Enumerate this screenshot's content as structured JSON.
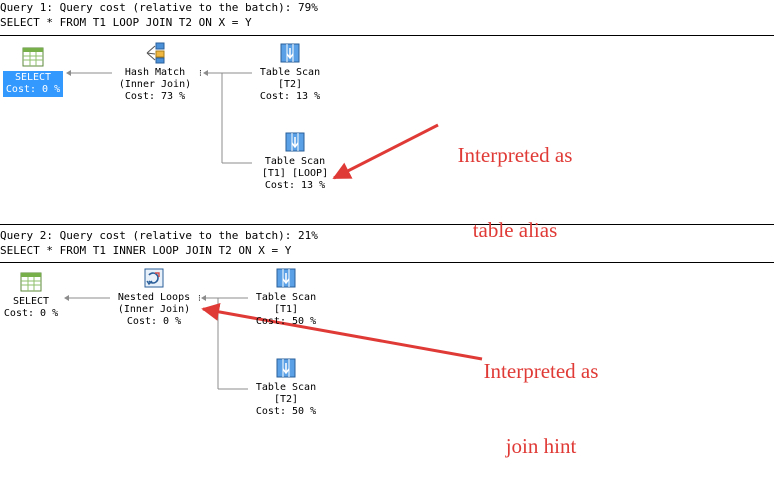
{
  "query1": {
    "header": "Query 1: Query cost (relative to the batch): 79%",
    "sql": "SELECT * FROM T1 LOOP JOIN T2 ON X = Y",
    "nodes": {
      "select": {
        "line1": "SELECT",
        "line2": "Cost: 0 %"
      },
      "hash_match": {
        "line1": "Hash Match",
        "line2": "(Inner Join)",
        "line3": "Cost: 73 %"
      },
      "scan_t2": {
        "line1": "Table Scan",
        "line2": "[T2]",
        "line3": "Cost: 13 %"
      },
      "scan_t1": {
        "line1": "Table Scan",
        "line2": "[T1] [LOOP]",
        "line3": "Cost: 13 %"
      }
    },
    "annotation": {
      "line1": "Interpreted as",
      "line2": "table alias"
    }
  },
  "query2": {
    "header": "Query 2: Query cost (relative to the batch): 21%",
    "sql": "SELECT * FROM T1 INNER LOOP JOIN T2 ON X = Y",
    "nodes": {
      "select": {
        "line1": "SELECT",
        "line2": "Cost: 0 %"
      },
      "nested_loops": {
        "line1": "Nested Loops",
        "line2": "(Inner Join)",
        "line3": "Cost: 0 %"
      },
      "scan_t1": {
        "line1": "Table Scan",
        "line2": "[T1]",
        "line3": "Cost: 50 %"
      },
      "scan_t2": {
        "line1": "Table Scan",
        "line2": "[T2]",
        "line3": "Cost: 50 %"
      }
    },
    "annotation": {
      "line1": "Interpreted as",
      "line2": "join hint"
    }
  },
  "colors": {
    "annotation": "#e03a36",
    "selection": "#3399ff"
  },
  "icons": [
    "result-grid-icon",
    "hash-match-icon",
    "table-scan-icon",
    "nested-loops-icon"
  ]
}
